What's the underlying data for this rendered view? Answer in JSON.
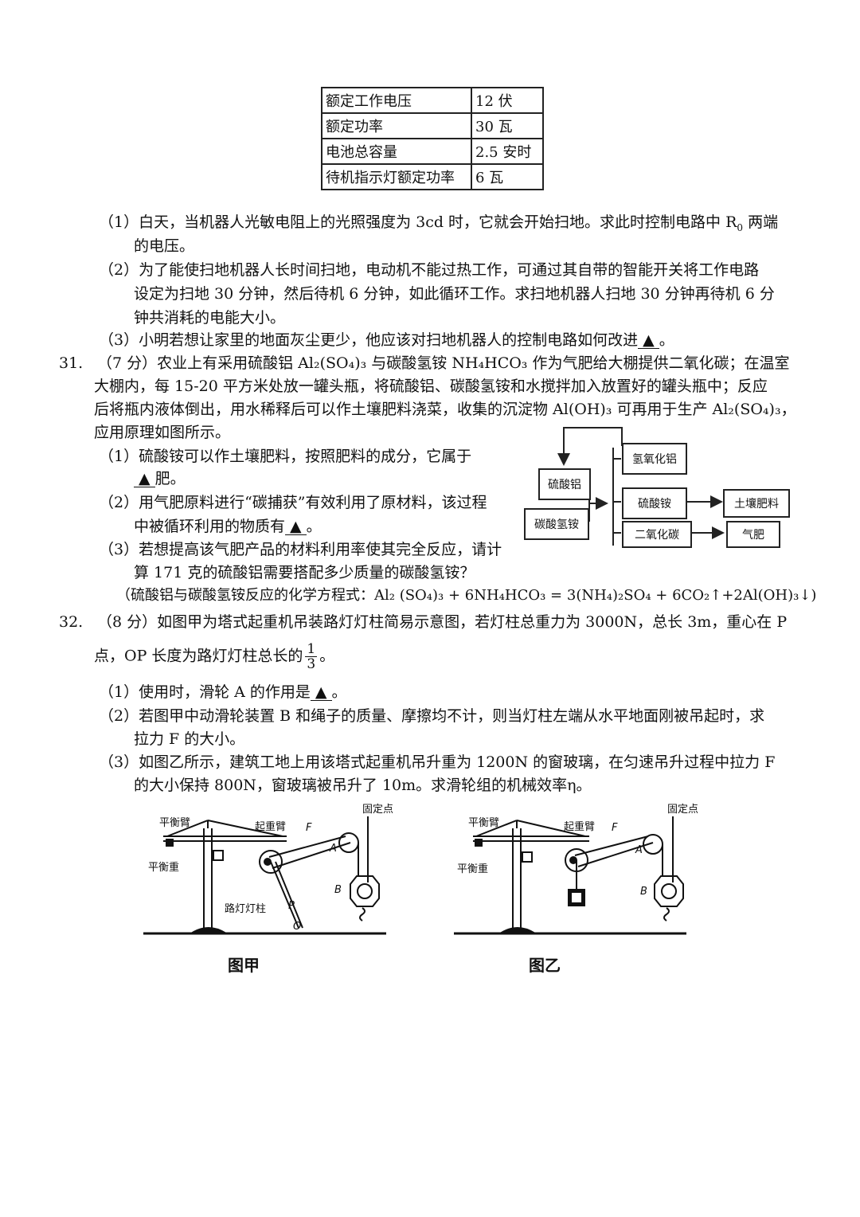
{
  "spec_table": [
    {
      "key": "额定工作电压",
      "value": "12 伏"
    },
    {
      "key": "额定功率",
      "value": "30 瓦"
    },
    {
      "key": "电池总容量",
      "value": "2.5 安时"
    },
    {
      "key": "待机指示灯额定功率",
      "value": "6 瓦"
    }
  ],
  "q30": {
    "p1_a": "（1）白天，当机器人光敏电阻上的光照强度为 3cd 时，它就会开始扫地。求此时控制电路中 R",
    "p1_sub": "0",
    "p1_b": " 两端",
    "p1_c": "的电压。",
    "p2_a": "（2）为了能使扫地机器人长时间扫地，电动机不能过热工作，可通过其自带的智能开关将工作电路",
    "p2_b": "设定为扫地 30 分钟，然后待机  6  分钟，如此循环工作。求扫地机器人扫地 30 分钟再待机  6  分",
    "p2_c": "钟共消耗的电能大小。",
    "p3_a": "（3）小明若想让家里的地面灰尘更少，他应该对扫地机器人的控制电路如何改进",
    "p3_b": "。"
  },
  "blank_mark": "▲",
  "q31": {
    "num": "31.",
    "l1": "（7 分）农业上有采用硫酸铝 Al₂(SO₄)₃ 与碳酸氢铵 NH₄HCO₃ 作为气肥给大棚提供二氧化碳；在温室",
    "l2": "大棚内，每 15-20 平方米处放一罐头瓶，将硫酸铝、碳酸氢铵和水搅拌加入放置好的罐头瓶中；反应",
    "l3": "后将瓶内液体倒出，用水稀释后可以作土壤肥料浇菜，收集的沉淀物 Al(OH)₃ 可再用于生产 Al₂(SO₄)₃，",
    "l4": "应用原理如图所示。",
    "s1_a": "（1）硫酸铵可以作土壤肥料，按照肥料的成分，它属于",
    "s1_b": "肥。",
    "s2_a": "（2）用气肥原料进行“碳捕获”有效利用了原材料，该过程",
    "s2_b": "中被循环利用的物质有",
    "s2_c": "。",
    "s3_a": "（3）若想提高该气肥产品的材料利用率使其完全反应，请计",
    "s3_b": "算 171 克的硫酸铝需要搭配多少质量的碳酸氢铵？",
    "eq": "（硫酸铝与碳酸氢铵反应的化学方程式：Al₂ (SO₄)₃ + 6NH₄HCO₃ = 3(NH₄)₂SO₄ + 6CO₂↑+2Al(OH)₃↓)",
    "flow": {
      "aluminum_sulfate": "硫酸铝",
      "ammonium_bicarbonate": "碳酸氢铵",
      "aluminum_hydroxide": "氢氧化铝",
      "ammonium_sulfate": "硫酸铵",
      "carbon_dioxide": "二氧化碳",
      "soil_fertilizer": "土壤肥料",
      "gas_fertilizer": "气肥"
    }
  },
  "q32": {
    "num": "32.",
    "l1": "（8 分）如图甲为塔式起重机吊装路灯灯柱简易示意图，若灯柱总重力为 3000N，总长 3m，重心在 P",
    "l2_a": "点，OP 长度为路灯灯柱总长的",
    "frac_num": "1",
    "frac_den": "3",
    "l2_b": "。",
    "s1_a": "（1）使用时，滑轮 A 的作用是",
    "s1_b": "。",
    "s2_a": "（2）若图甲中动滑轮装置 B 和绳子的质量、摩擦均不计，则当灯柱左端从水平地面刚被吊起时，求",
    "s2_b": "拉力 F 的大小。",
    "s3_a": "（3）如图乙所示，建筑工地上用该塔式起重机吊升重为 1200N 的窗玻璃，在匀速吊升过程中拉力 F",
    "s3_b": "的大小保持 800N，窗玻璃被吊升了 10m。求滑轮组的机械效率η。",
    "fig": {
      "balance_arm": "平衡臂",
      "lifting_arm": "起重臂",
      "counterweight": "平衡重",
      "fixed_point": "固定点",
      "lamp_post": "路灯灯柱",
      "F": "F",
      "A": "A",
      "B": "B",
      "P": "P",
      "O": "O",
      "caption_a": "图甲",
      "caption_b": "图乙"
    }
  }
}
